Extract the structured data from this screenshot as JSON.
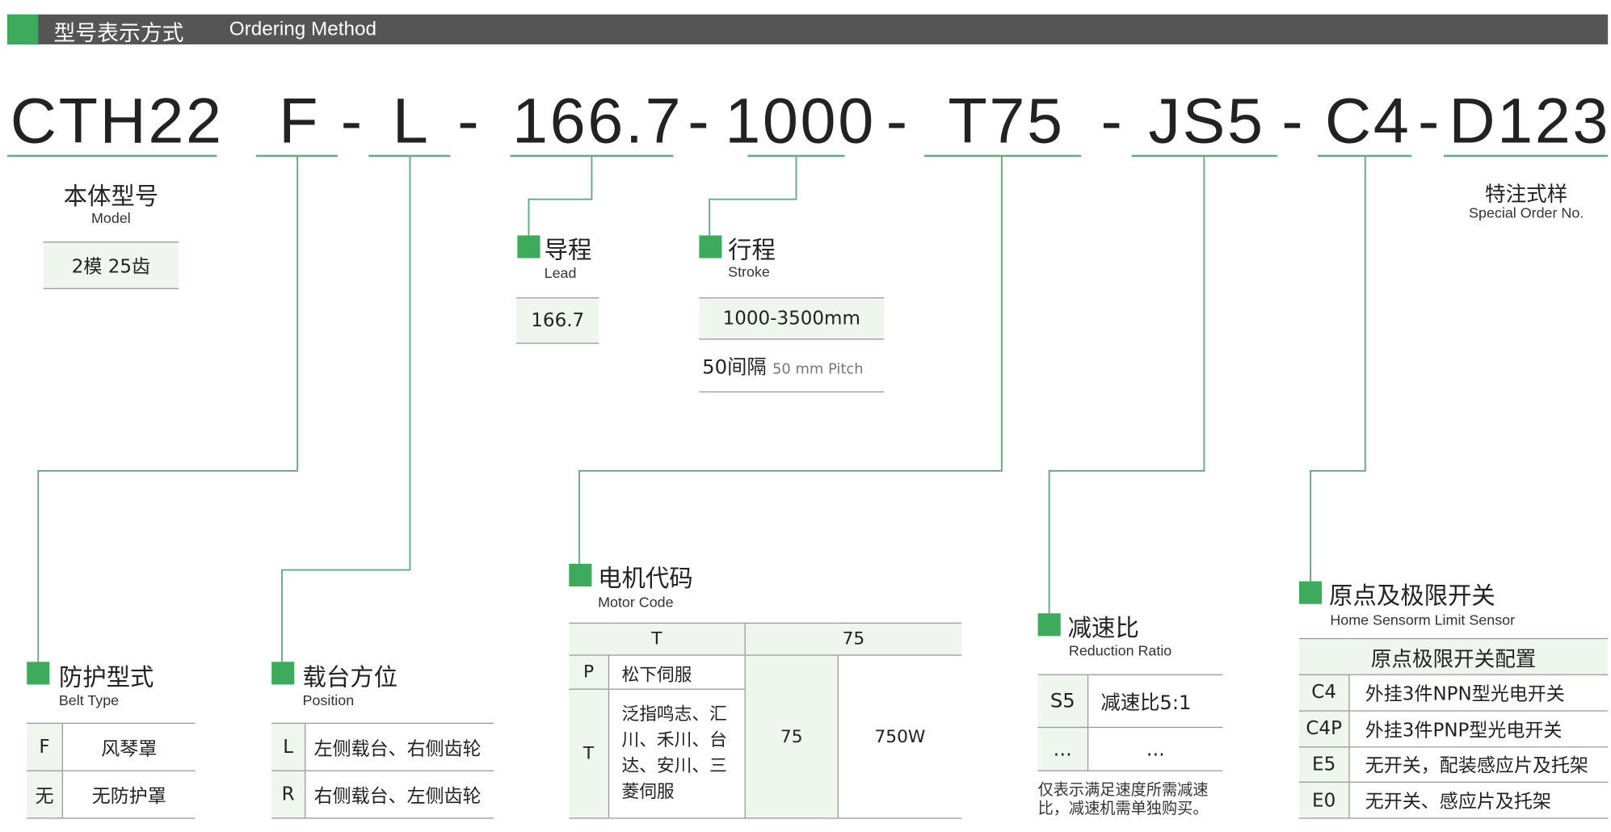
{
  "header": {
    "title_cn": "型号表示方式",
    "title_en": "Ordering Method"
  },
  "code": {
    "model": "CTH22",
    "belt": "F",
    "position": "L",
    "lead": "166.7",
    "stroke": "1000",
    "motor": "T75",
    "ratio": "JS5",
    "sensor": "C4",
    "special": "D123",
    "dash": "-"
  },
  "model": {
    "title": "本体型号",
    "subtitle": "Model",
    "value": "2模 25齿"
  },
  "special": {
    "title": "特注式样",
    "subtitle": "Special Order No."
  },
  "lead": {
    "title": "导程",
    "subtitle": "Lead",
    "value": "166.7"
  },
  "stroke": {
    "title": "行程",
    "subtitle": "Stroke",
    "value": "1000-3500mm",
    "pitch_cn": "50间隔",
    "pitch_en": "50 mm Pitch"
  },
  "belt": {
    "title": "防护型式",
    "subtitle": "Belt Type",
    "rows": [
      {
        "code": "F",
        "desc": "风琴罩"
      },
      {
        "code": "无",
        "desc": "无防护罩"
      }
    ]
  },
  "position": {
    "title": "载台方位",
    "subtitle": "Position",
    "rows": [
      {
        "code": "L",
        "desc": "左侧载台、右侧齿轮"
      },
      {
        "code": "R",
        "desc": "右侧载台、左侧齿轮"
      }
    ]
  },
  "motor": {
    "title": "电机代码",
    "subtitle": "Motor Code",
    "head": [
      "T",
      "75"
    ],
    "rows": [
      {
        "code": "P",
        "desc": "松下伺服"
      },
      {
        "code": "T",
        "desc": "泛指鸣志、汇川、禾川、台达、安川、三菱伺服"
      }
    ],
    "power_code": "75",
    "power": "750W"
  },
  "ratio": {
    "title": "减速比",
    "subtitle": "Reduction Ratio",
    "rows": [
      {
        "code": "S5",
        "desc": "减速比5:1"
      },
      {
        "code": "...",
        "desc": "..."
      }
    ],
    "note": "仅表示满足速度所需减速比，减速机需单独购买。"
  },
  "sensor": {
    "title": "原点及极限开关",
    "subtitle": "Home Sensorm Limit Sensor",
    "head": "原点极限开关配置",
    "rows": [
      {
        "code": "C4",
        "desc": "外挂3件NPN型光电开关"
      },
      {
        "code": "C4P",
        "desc": "外挂3件PNP型光电开关"
      },
      {
        "code": "E5",
        "desc": "无开关，配装感应片及托架"
      },
      {
        "code": "E0",
        "desc": "无开关、感应片及托架"
      }
    ]
  },
  "colors": {
    "accent": "#3daa5c",
    "header_bg": "#555555",
    "table_fill": "#eef6ee",
    "line": "#6aa985"
  }
}
